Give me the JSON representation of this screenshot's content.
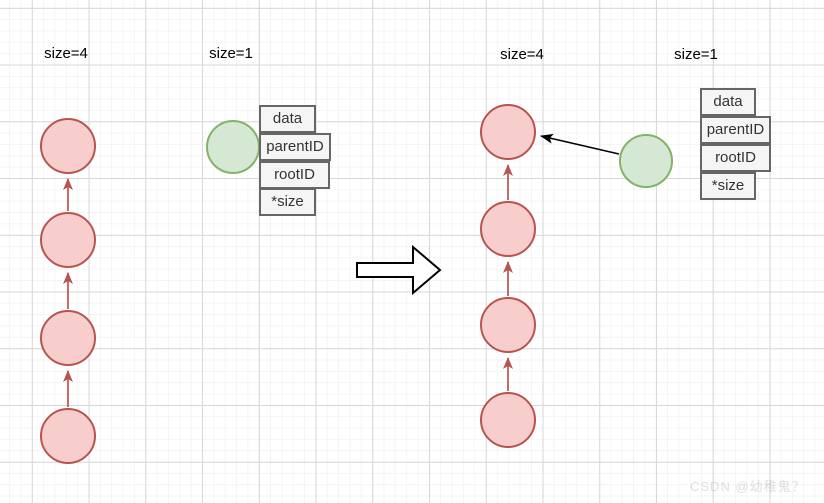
{
  "labels": {
    "left_size4": "size=4",
    "left_size1": "size=1",
    "right_size4": "size=4",
    "right_size1": "size=1"
  },
  "table": {
    "fields": [
      "data",
      "parentID",
      "rootID",
      "*size"
    ]
  },
  "watermark": {
    "text": "CSDN @幼稚鬼？"
  },
  "colors": {
    "chain_node_fill": "#f8cecc",
    "chain_node_stroke": "#b85450",
    "single_node_fill": "#d5e8d4",
    "single_node_stroke": "#82b366",
    "field_box_fill": "#f5f5f5",
    "field_box_stroke": "#666666",
    "parent_arrow": "#b85450",
    "merge_arrow": "#000000",
    "grid_minor": "#f4f4f4",
    "grid_major": "#d7d7d7"
  },
  "structure": {
    "before": {
      "chain_node_count": 4,
      "chain_size_label": "size=4",
      "single_node_count": 1,
      "single_size_label": "size=1"
    },
    "after": {
      "chain_node_count": 4,
      "chain_size_label": "size=4",
      "single_node_count": 1,
      "single_size_label": "size=1",
      "merge_arrow_from_single_to_chain_root": true
    }
  }
}
